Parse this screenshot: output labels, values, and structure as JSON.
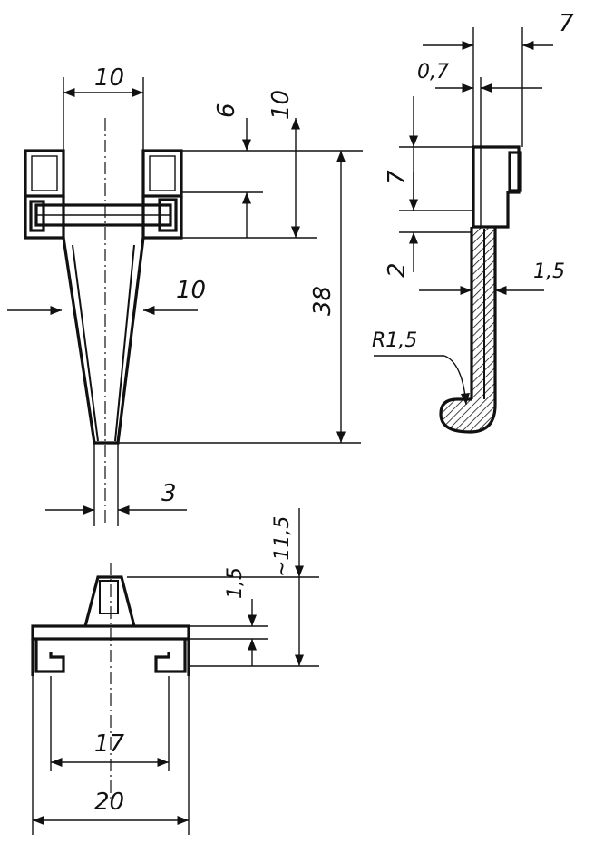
{
  "top_view": {
    "dim_width": "10",
    "dim_cap": "6",
    "dim_cap_total": "10",
    "dim_cone": "10",
    "dim_height": "38",
    "dim_tip": "3"
  },
  "side_view": {
    "dim_wall": "7",
    "dim_lip": "0,7",
    "dim_step": "7",
    "dim_gap": "2",
    "dim_plate": "1,5",
    "dim_radius": "R1,5"
  },
  "bottom_view": {
    "dim_inner": "17",
    "dim_outer": "20",
    "dim_rib": "1,5",
    "dim_total": "~11,5"
  }
}
